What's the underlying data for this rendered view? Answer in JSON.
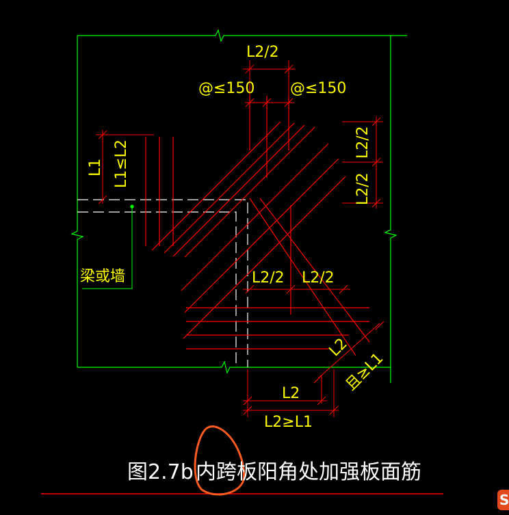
{
  "colors": {
    "background": "#000000",
    "border": "#00ff00",
    "rebar": "#ff0000",
    "dimension_text": "#ffff00",
    "beam_line": "#ffffff",
    "annotation_circle": "#ff5a1f",
    "logo": "#e24a1d"
  },
  "labels": {
    "top_dim": "L2/2",
    "spacing_left": "@≤150",
    "spacing_right": "@≤150",
    "right_dim_upper": "L2/2",
    "right_dim_lower": "L2/2",
    "left_dim_l1": "L1",
    "left_dim_cond": "L1≤L2",
    "beam_or_wall": "梁或墙",
    "mid_dim_left": "L2/2",
    "mid_dim_right": "L2/2",
    "diag_dim_l2": "L2",
    "diag_dim_cond": "且≥L1",
    "bottom_dim_l2": "L2",
    "bottom_dim_cond": "L2≥L1"
  },
  "caption": {
    "figure_number": "图2.7b",
    "title": "内跨板阳角处加强板面筋"
  },
  "logo": {
    "glyph": "S"
  }
}
